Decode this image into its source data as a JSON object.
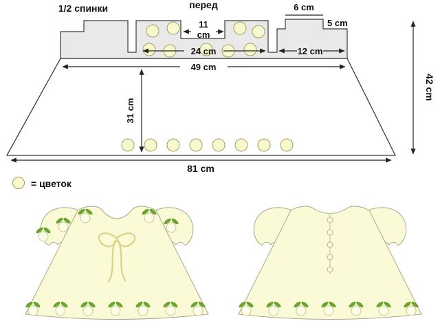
{
  "pattern": {
    "label_back_half": "1/2 спинки",
    "label_front": "перед",
    "dim_tab_width": "6 cm",
    "dim_tab_height": "5 cm",
    "dim_neck_value": "11",
    "dim_neck_unit": "cm",
    "dim_front_width": "24 cm",
    "dim_back_width": "12 cm",
    "dim_top_width": "49 cm",
    "dim_center_length": "31 cm",
    "dim_side_length": "42 cm",
    "dim_hem_width": "81 cm"
  },
  "legend": {
    "text": "= цветок"
  },
  "colors": {
    "bodice_fill": "#e9e9e9",
    "outline": "#3a3a3a",
    "flower_fill": "#f8f8cf",
    "dress_fill": "#fbfad6",
    "leaf_green": "#6aa32f",
    "bow_yellow": "#ddd089"
  }
}
